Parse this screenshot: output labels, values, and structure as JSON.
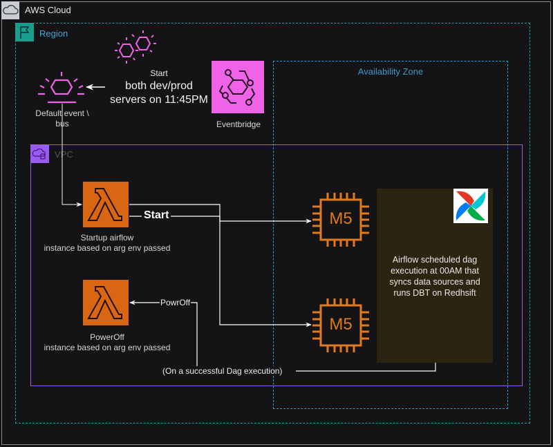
{
  "groups": {
    "cloud": {
      "label": "AWS Cloud"
    },
    "region": {
      "label": "Region"
    },
    "availability_zone": {
      "label": "Availability Zone"
    },
    "vpc": {
      "label": "VPC"
    }
  },
  "nodes": {
    "scheduler": {
      "label_top": "Start",
      "label_main_line1": "both dev/prod",
      "label_main_line2": "servers on 11:45PM"
    },
    "event_bus": {
      "label_line1": "Default event \\",
      "label_line2": "bus"
    },
    "eventbridge": {
      "label": "Eventbridge"
    },
    "startup_lambda": {
      "label_line1": "Startup airflow",
      "label_line2": "instance based on arg env passed"
    },
    "poweroff_lambda": {
      "label_line1": "PowerOff",
      "label_line2": "instance based on arg env passed"
    },
    "ec2_top": {
      "label": "M5"
    },
    "ec2_bottom": {
      "label": "M5"
    },
    "airflow_note": {
      "lines": [
        "Airflow scheduled dag",
        "execution at 00AM that",
        "syncs data sources and",
        "runs DBT on Redhsift"
      ]
    }
  },
  "edges": {
    "start_label": "Start",
    "poweroff_label": "PowrOff",
    "dag_success_label": "(On a successful Dag execution)"
  },
  "colors": {
    "lambda": "#d86613",
    "eventbridge": "#ef64e6",
    "ec2": "#e07a1f",
    "vpc": "#9a5cf0",
    "region": "#1ca5a5",
    "az": "#2f9ed8"
  }
}
